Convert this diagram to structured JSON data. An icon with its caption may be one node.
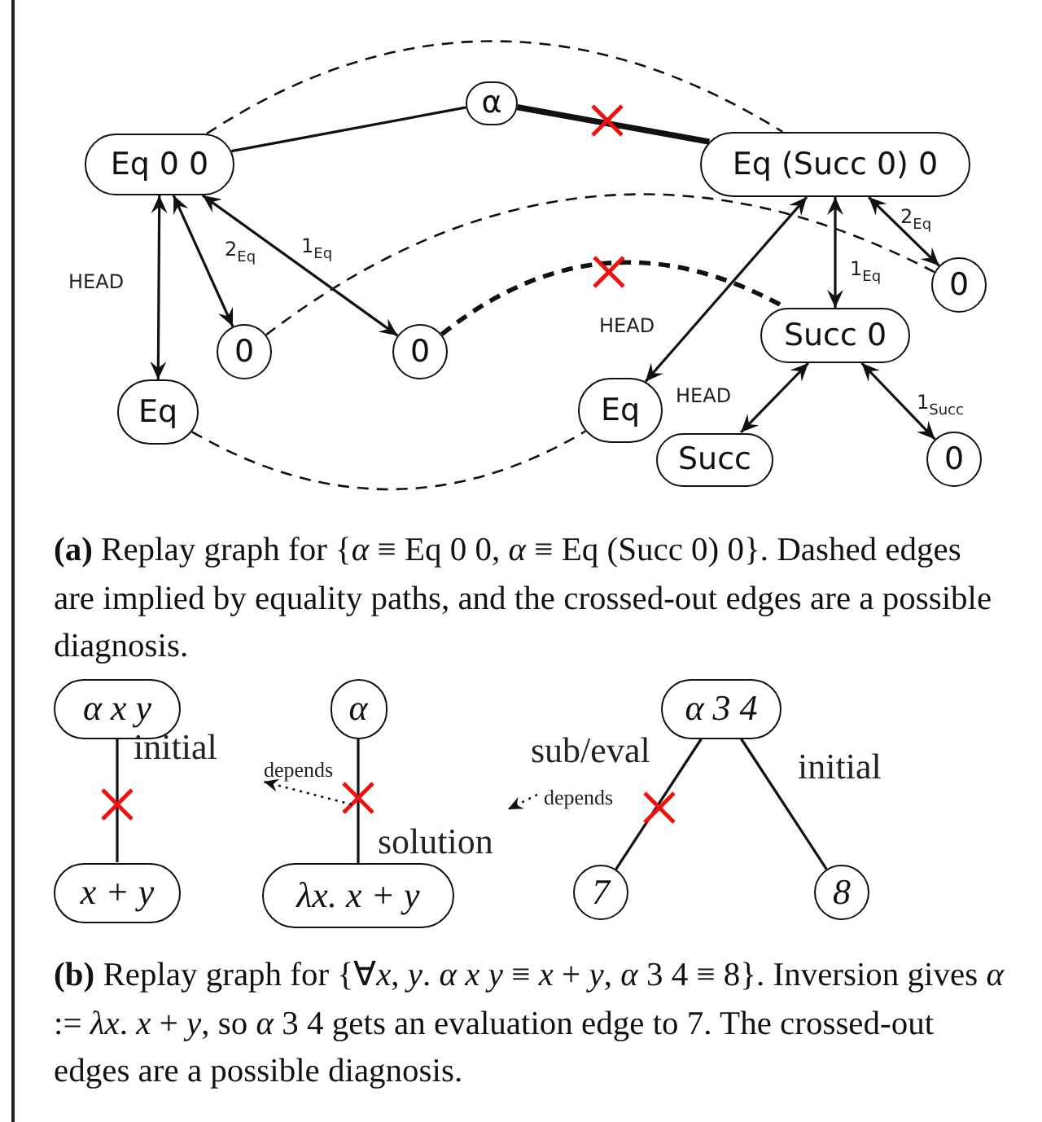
{
  "diagram": {
    "nodes": [
      {
        "text": [
          "Eq 0 0"
        ]
      },
      {
        "text": [
          "α"
        ]
      },
      {
        "text": [
          "Eq (Succ 0) 0"
        ]
      },
      {
        "text": [
          "0"
        ]
      },
      {
        "text": [
          "0"
        ]
      },
      {
        "text": [
          "Eq"
        ]
      },
      {
        "text": [
          "Eq"
        ]
      },
      {
        "text": [
          "Succ 0"
        ]
      },
      {
        "text": [
          "0"
        ]
      },
      {
        "text": [
          "Succ"
        ]
      },
      {
        "text": [
          "0"
        ]
      },
      {
        "text": [
          "α x y"
        ]
      },
      {
        "text": [
          "x + y"
        ]
      },
      {
        "text": [
          "α"
        ]
      },
      {
        "text": [
          "λx. x + y"
        ]
      },
      {
        "text": [
          "α 3 4"
        ]
      },
      {
        "text": [
          "7"
        ]
      },
      {
        "text": [
          "8"
        ]
      }
    ],
    "edges": [
      {
        "from": 0,
        "to": 1,
        "arrow": "none"
      },
      {
        "from": 1,
        "to": 2,
        "arrow": "none",
        "style": "thick"
      },
      {
        "from": 0,
        "to": 5,
        "arrow": "both",
        "label": "HEAD"
      },
      {
        "from": 0,
        "to": 3,
        "arrow": "both",
        "label": "2$_{Eq}$"
      },
      {
        "from": 0,
        "to": 4,
        "arrow": "both",
        "label": "1$_{Eq}$"
      },
      {
        "from": 2,
        "to": 6,
        "arrow": "both",
        "label": "HEAD"
      },
      {
        "from": 2,
        "to": 7,
        "arrow": "both",
        "label": "1$_{Eq}$"
      },
      {
        "from": 2,
        "to": 8,
        "arrow": "both",
        "label": "2$_{Eq}$"
      },
      {
        "from": 7,
        "to": 9,
        "arrow": "both",
        "label": "HEAD"
      },
      {
        "from": 7,
        "to": 10,
        "arrow": "both",
        "label": "1$_{Succ}$"
      },
      {
        "from": 0,
        "to": 2,
        "arrow": "none",
        "style": "dashed"
      },
      {
        "from": 3,
        "to": 8,
        "arrow": "none",
        "style": "dashed"
      },
      {
        "from": 4,
        "to": 7,
        "arrow": "none",
        "style": "dashed"
      },
      {
        "from": 5,
        "to": 6,
        "arrow": "none",
        "style": "dashed"
      },
      {
        "from": 11,
        "to": 12,
        "arrow": "none",
        "label": "initial"
      },
      {
        "from": 13,
        "to": 14,
        "arrow": "none",
        "label": "solution"
      },
      {
        "from": 15,
        "to": 16,
        "arrow": "none",
        "label": "sub/eval"
      },
      {
        "from": 15,
        "to": 17,
        "arrow": "none",
        "label": "initial"
      }
    ],
    "labels": [
      "**(a)** Replay graph for {*α* ≡ Eq 0 0, *α* ≡ Eq (Succ 0) 0}. Dashed edges are implied by equality paths, and the crossed-out edges are a possible diagnosis.",
      "depends",
      "depends",
      "**(b)** Replay graph for {∀*x*, *y*. *α x y* ≡ *x* + *y*, *α* 3 4 ≡ 8}. Inversion gives *α* := *λx*. *x* + *y*, so *α* 3 4 gets an evaluation edge to 7. The crossed-out edges are a possible diagnosis."
    ]
  }
}
